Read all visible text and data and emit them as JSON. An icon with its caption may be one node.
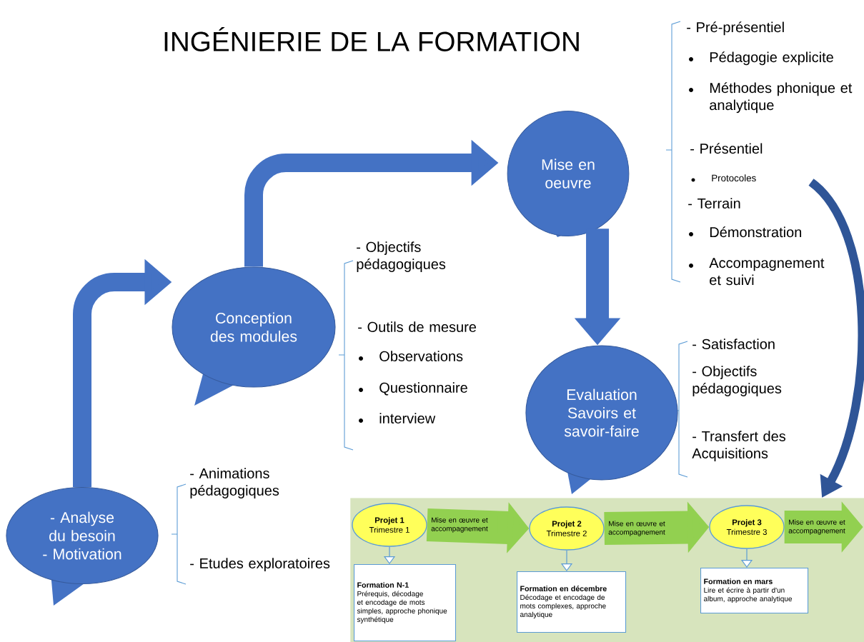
{
  "diagram": {
    "title": "INGÉNIERIE DE LA FORMATION",
    "nodes": [
      {
        "text": [
          "- Analyse du besoin",
          "- Motivation"
        ]
      },
      {
        "text": [
          "Conception des modules"
        ]
      },
      {
        "text": [
          "Mise en oeuvre"
        ]
      },
      {
        "text": [
          "Evaluation Savoirs et savoir-faire"
        ]
      },
      {
        "text": [],
        "shape": "box"
      },
      {
        "text": [
          "Projet 1",
          "Trimestre 1"
        ],
        "in": 4
      },
      {
        "text": [
          "Formation N-1",
          "Prérequis, décodage et encodage de mots simples, approche phonique synthétique"
        ],
        "in": 4
      },
      {
        "text": [
          "Projet 2",
          "Trimestre 2"
        ],
        "in": 4
      },
      {
        "text": [
          "Formation en décembre",
          "Décodage et encodage de mots complexes, approche analytique"
        ],
        "in": 4
      },
      {
        "text": [
          "Projet 3",
          "Trimestre 3"
        ],
        "in": 4
      },
      {
        "text": [
          "Formation en mars",
          "Lire et écrire à partir d'un album, approche analytique"
        ],
        "in": 4
      }
    ],
    "edges": [
      {
        "from": 0,
        "to": 1,
        "arrow": "to"
      },
      {
        "from": 1,
        "to": 2,
        "arrow": "to"
      },
      {
        "from": 2,
        "to": 3,
        "arrow": "to"
      },
      {
        "from": null,
        "to": 4,
        "arrow": "to",
        "color": "#2f5597"
      },
      {
        "from": 5,
        "to": 6,
        "arrow": "to"
      },
      {
        "from": 7,
        "to": 8,
        "arrow": "to"
      },
      {
        "from": 9,
        "to": 10,
        "arrow": "to"
      },
      {
        "from": 5,
        "to": 7,
        "arrow": "to",
        "color": "#92d050",
        "label": "Mise en œuvre et accompagnement"
      },
      {
        "from": 7,
        "to": 9,
        "arrow": "to",
        "color": "#92d050",
        "label": "Mise en œuvre et accompagnement"
      },
      {
        "from": 9,
        "to": null,
        "arrow": "to",
        "color": "#92d050",
        "label": "Mise en œuvre et accompagnement"
      }
    ],
    "labels": [
      "- Pré-présentiel",
      "Pédagogie explicite",
      "Méthodes phonique et analytique",
      "- Présentiel",
      "Protocoles",
      "- Terrain",
      "Démonstration",
      "Accompagnement et suivi",
      "- Objectifs pédagogiques",
      "- Outils de mesure",
      "Observations",
      "Questionnaire",
      "interview",
      "- Satisfaction",
      "- Objectifs pédagogiques",
      "- Transfert des Acquisitions",
      "- Animations pédagogiques",
      "- Etudes exploratoires"
    ]
  }
}
